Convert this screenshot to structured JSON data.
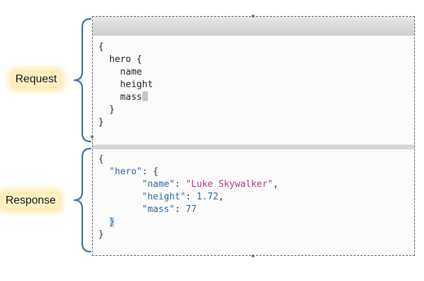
{
  "labels": {
    "request": "Request",
    "response": "Response"
  },
  "request": {
    "lines": [
      "{",
      "  hero {",
      "    name",
      "    height",
      "    mass",
      "  }",
      "}"
    ]
  },
  "response": {
    "open_brace": "{",
    "hero_key": "\"hero\"",
    "hero_sep": ": {",
    "fields": [
      {
        "key": "\"name\"",
        "sep": ": ",
        "value": "\"Luke Skywalker\"",
        "trail": ",",
        "kind": "string"
      },
      {
        "key": "\"height\"",
        "sep": ": ",
        "value": "1.72",
        "trail": ",",
        "kind": "number"
      },
      {
        "key": "\"mass\"",
        "sep": ": ",
        "value": "77",
        "trail": "",
        "kind": "number"
      }
    ],
    "inner_close": "}",
    "outer_close": "}"
  },
  "colors": {
    "label_highlight": "#fff3c4",
    "brace": "#3f6ea8",
    "json_key": "#2f64a4",
    "json_string": "#c0307a",
    "toolbar": "#d9d9d9"
  },
  "icons": {
    "request_brace": "curly-brace-icon",
    "response_brace": "curly-brace-icon",
    "cursor": "text-cursor-icon"
  }
}
